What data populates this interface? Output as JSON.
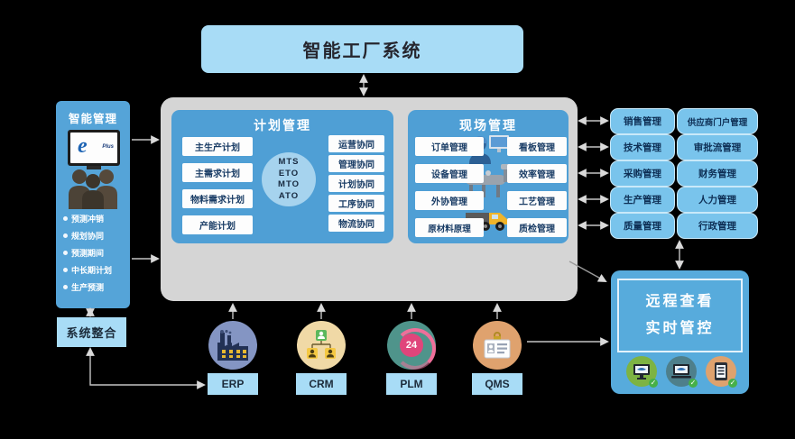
{
  "title": "智能工厂系统",
  "left_panel": {
    "title": "智能管理",
    "logo_mark": "e",
    "logo_text": "Plus",
    "bullets": [
      "预测冲销",
      "规划协同",
      "预测期间",
      "中长期计划",
      "生产预测"
    ]
  },
  "system_integration": {
    "label": "系统整合"
  },
  "center": {
    "plan_panel": {
      "title": "计划管理",
      "plans": [
        "主生产计划",
        "主需求计划",
        "物料需求计划",
        "产能计划"
      ],
      "modes": [
        "MTS",
        "ETO",
        "MTO",
        "ATO"
      ],
      "collaborations": [
        "运营协同",
        "管理协同",
        "计划协同",
        "工序协同",
        "物流协同"
      ]
    },
    "site_panel": {
      "title": "现场管理",
      "left_items": [
        "订单管理",
        "设备管理",
        "外协管理",
        "原材料原理"
      ],
      "right_items": [
        "看板管理",
        "效率管理",
        "工艺管理",
        "质检管理"
      ]
    }
  },
  "right_matrix": {
    "col1": [
      "销售管理",
      "技术管理",
      "采购管理",
      "生产管理",
      "质量管理"
    ],
    "col2": [
      "供应商门户管理",
      "审批流管理",
      "财务管理",
      "人力管理",
      "行政管理"
    ]
  },
  "remote_panel": {
    "line1": "远程查看",
    "line2": "实时管控"
  },
  "bottom_systems": {
    "erp": "ERP",
    "crm": "CRM",
    "plm": "PLM",
    "qms": "QMS",
    "plm_badge": "24"
  },
  "colors": {
    "background": "#000000",
    "light_blue": "#a8dcf6",
    "panel_blue": "#4f9fd5",
    "matrix_blue": "#79c4ec",
    "container_gray": "#d5d5d5",
    "erp_circle": "#8495c3",
    "crm_circle": "#f0d9a6",
    "plm_circle": "#4f948b",
    "qms_circle": "#dfa26e",
    "remote_green": "#7db343",
    "remote_teal": "#4e7f8b",
    "remote_orange": "#dfa26e"
  }
}
